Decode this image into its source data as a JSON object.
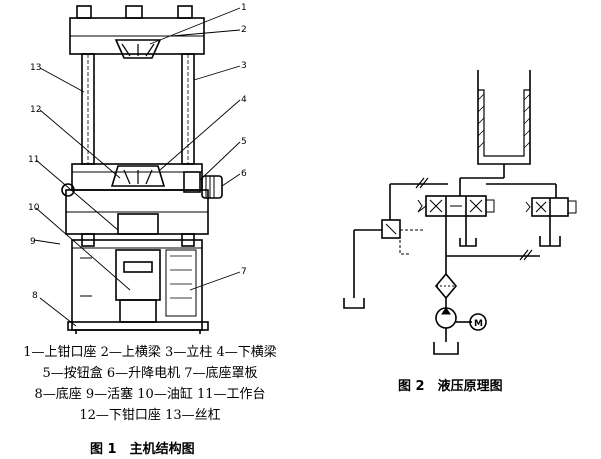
{
  "figure1": {
    "part_numbers": [
      "1",
      "2",
      "3",
      "4",
      "5",
      "6",
      "7",
      "8",
      "9",
      "10",
      "11",
      "12",
      "13"
    ],
    "legend_lines": [
      "1—上钳口座 2—上横梁 3—立柱 4—下横梁",
      "5—按钮盒 6—升降电机 7—底座罩板",
      "8—底座 9—活塞 10—油缸 11—工作台",
      "12—下钳口座 13—丝杠"
    ],
    "caption": "图 1　主机结构图"
  },
  "figure2": {
    "motor_label": "M",
    "caption": "图 2　液压原理图"
  }
}
